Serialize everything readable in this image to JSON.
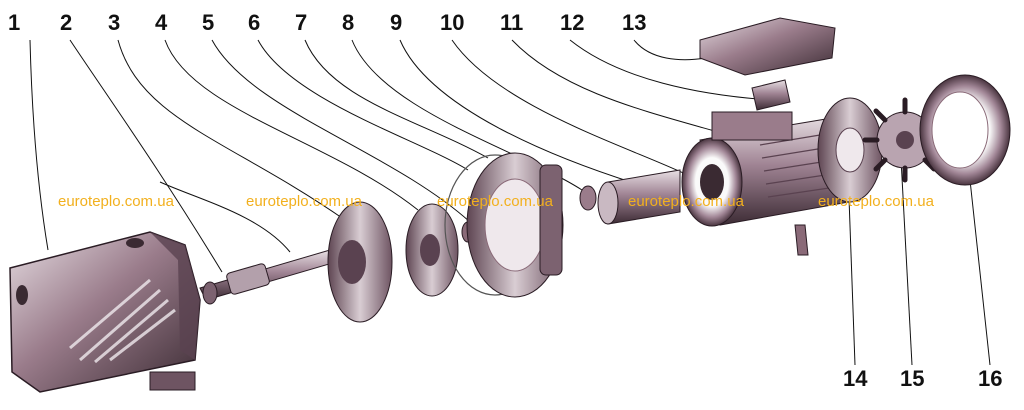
{
  "callouts": [
    {
      "number": "1"
    },
    {
      "number": "2"
    },
    {
      "number": "3"
    },
    {
      "number": "4"
    },
    {
      "number": "5"
    },
    {
      "number": "6"
    },
    {
      "number": "7"
    },
    {
      "number": "8"
    },
    {
      "number": "9"
    },
    {
      "number": "10"
    },
    {
      "number": "11"
    },
    {
      "number": "12"
    },
    {
      "number": "13"
    },
    {
      "number": "14"
    },
    {
      "number": "15"
    },
    {
      "number": "16"
    }
  ],
  "watermark": {
    "text": "euroteplo.com.ua",
    "color": "#f2b01e"
  },
  "colors": {
    "part_fill": "#8a6a78",
    "part_light": "#d9cdd3",
    "part_dark": "#3a2a32",
    "line": "#111111"
  }
}
